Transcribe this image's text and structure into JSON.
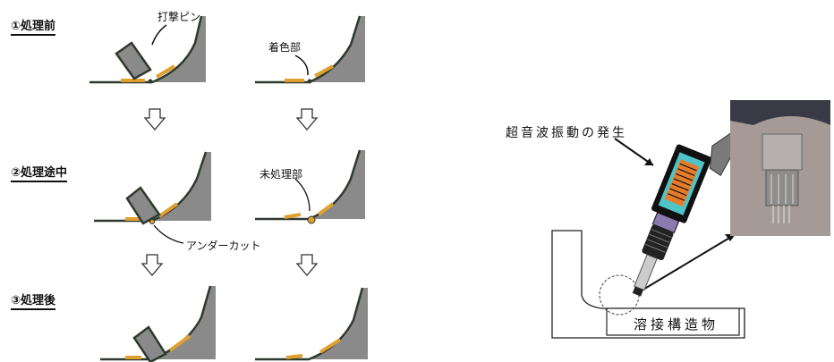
{
  "left": {
    "steps": [
      "①処理前",
      "②処理途中",
      "③処理後"
    ],
    "annotations": {
      "pin": "打撃ピン",
      "colored": "着色部",
      "untreated": "未処理部",
      "undercut": "アンダーカット"
    }
  },
  "right": {
    "ultrasonic": "超音波振動の発生",
    "structure": "溶接構造物"
  },
  "colors": {
    "plate": "#8a8a8a",
    "plate_edge": "#2e3a2e",
    "weld_highlight": "#e0a030",
    "device_cyan": "#4ec3c8",
    "device_body": "#222222"
  }
}
